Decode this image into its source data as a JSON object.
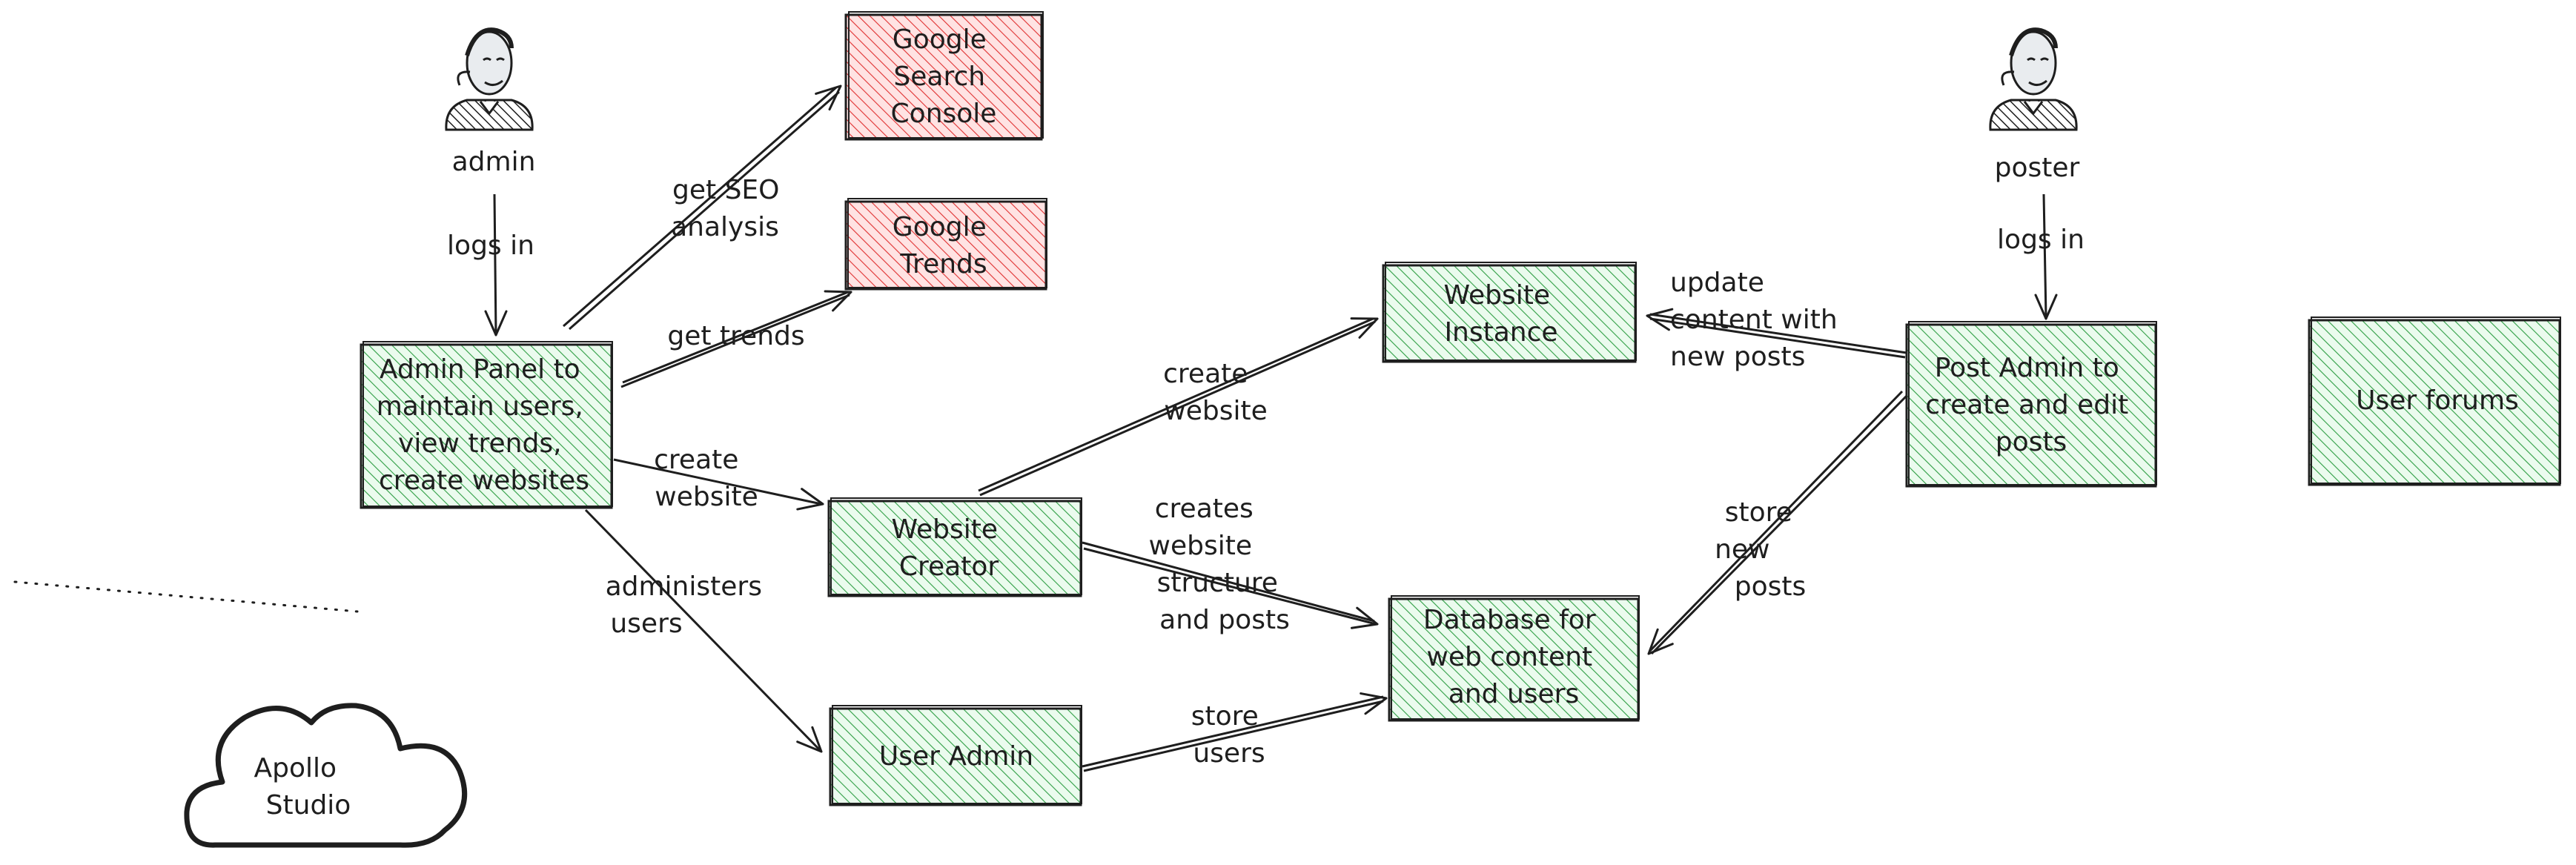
{
  "actors": [
    {
      "id": "admin",
      "label": "admin"
    },
    {
      "id": "poster",
      "label": "poster"
    }
  ],
  "nodes": [
    {
      "id": "google_search_console",
      "lines": [
        "Google",
        "Search",
        "Console"
      ],
      "color": "#e03131",
      "fill": "#ffc9c9"
    },
    {
      "id": "google_trends",
      "lines": [
        "Google",
        "Trends"
      ],
      "color": "#e03131",
      "fill": "#ffc9c9"
    },
    {
      "id": "admin_panel",
      "lines": [
        "Admin Panel to",
        "maintain users,",
        "view trends,",
        "create websites"
      ],
      "color": "#2f9e44",
      "fill": "#b2f2bb"
    },
    {
      "id": "website_instance",
      "lines": [
        "Website",
        "Instance"
      ],
      "color": "#2f9e44",
      "fill": "#b2f2bb"
    },
    {
      "id": "post_admin",
      "lines": [
        "Post Admin to",
        "create and edit",
        "posts"
      ],
      "color": "#2f9e44",
      "fill": "#b2f2bb"
    },
    {
      "id": "user_forums",
      "lines": [
        "User forums"
      ],
      "color": "#2f9e44",
      "fill": "#b2f2bb"
    },
    {
      "id": "website_creator",
      "lines": [
        "Website",
        "Creator"
      ],
      "color": "#2f9e44",
      "fill": "#b2f2bb"
    },
    {
      "id": "database",
      "lines": [
        "Database for",
        "web content",
        "and users"
      ],
      "color": "#2f9e44",
      "fill": "#b2f2bb"
    },
    {
      "id": "user_admin",
      "lines": [
        "User Admin"
      ],
      "color": "#2f9e44",
      "fill": "#b2f2bb"
    }
  ],
  "cloud": {
    "lines": [
      "Apollo",
      "Studio"
    ]
  },
  "edges": [
    {
      "id": "admin_logs_in",
      "lines": [
        "logs in"
      ]
    },
    {
      "id": "get_seo",
      "lines": [
        "get SEO",
        "analysis"
      ]
    },
    {
      "id": "get_trends",
      "lines": [
        "get trends"
      ]
    },
    {
      "id": "create_website_1",
      "lines": [
        "create",
        "website"
      ]
    },
    {
      "id": "administers_users",
      "lines": [
        "administers",
        "users"
      ]
    },
    {
      "id": "create_website_2",
      "lines": [
        "create",
        "website"
      ]
    },
    {
      "id": "creates_structure",
      "lines": [
        "creates",
        "website",
        "structure",
        "and posts"
      ]
    },
    {
      "id": "store_users",
      "lines": [
        "store",
        "users"
      ]
    },
    {
      "id": "update_content",
      "lines": [
        "update",
        "content with",
        "new posts"
      ]
    },
    {
      "id": "poster_logs_in",
      "lines": [
        "logs in"
      ]
    },
    {
      "id": "store_new_posts",
      "lines": [
        "store",
        "new",
        "posts"
      ]
    }
  ],
  "colors": {
    "stroke": "#1e1e1e",
    "red_stroke": "#e03131",
    "red_fill": "#ffc9c9",
    "green_stroke": "#2f9e44",
    "green_fill": "#b2f2bb"
  }
}
